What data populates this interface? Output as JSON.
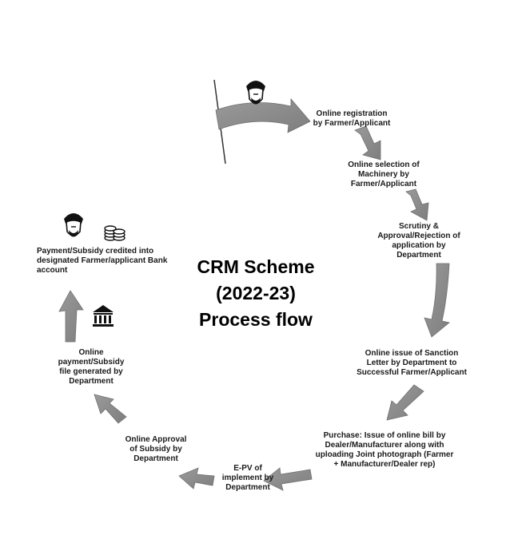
{
  "title": {
    "line1": "CRM Scheme",
    "line2": "(2022-23)",
    "line3": "Process flow"
  },
  "steps": [
    {
      "id": "online-registration",
      "text": "Online registration\nby Farmer/Applicant"
    },
    {
      "id": "machinery-selection",
      "text": "Online selection of\nMachinery  by\nFarmer/Applicant"
    },
    {
      "id": "scrutiny",
      "text": "Scrutiny &\nApproval/Rejection of\napplication by\nDepartment"
    },
    {
      "id": "sanction-letter",
      "text": "Online issue of Sanction\nLetter by Department to\nSuccessful Farmer/Applicant"
    },
    {
      "id": "purchase",
      "text": "Purchase: Issue of online bill by\nDealer/Manufacturer along with\nuploading Joint  photograph (Farmer\n+ Manufacturer/Dealer rep)"
    },
    {
      "id": "epv",
      "text": "E-PV of\nimplement by\nDepartment"
    },
    {
      "id": "subsidy-approval",
      "text": "Online Approval\nof Subsidy by\nDepartment"
    },
    {
      "id": "payment-file",
      "text": "Online\npayment/Subsidy\nfile generated by\nDepartment"
    },
    {
      "id": "payment-credited",
      "text": "Payment/Subsidy   credited   into\ndesignated  Farmer/applicant  Bank\naccount"
    }
  ],
  "icons": {
    "farmer": "farmer-turban-icon",
    "coins": "coin-stack-icon",
    "bank": "bank-building-icon"
  },
  "colors": {
    "arrow": "#8c8c8c",
    "arrow_edge": "#6f6f6f",
    "text": "#1a1a1a"
  }
}
